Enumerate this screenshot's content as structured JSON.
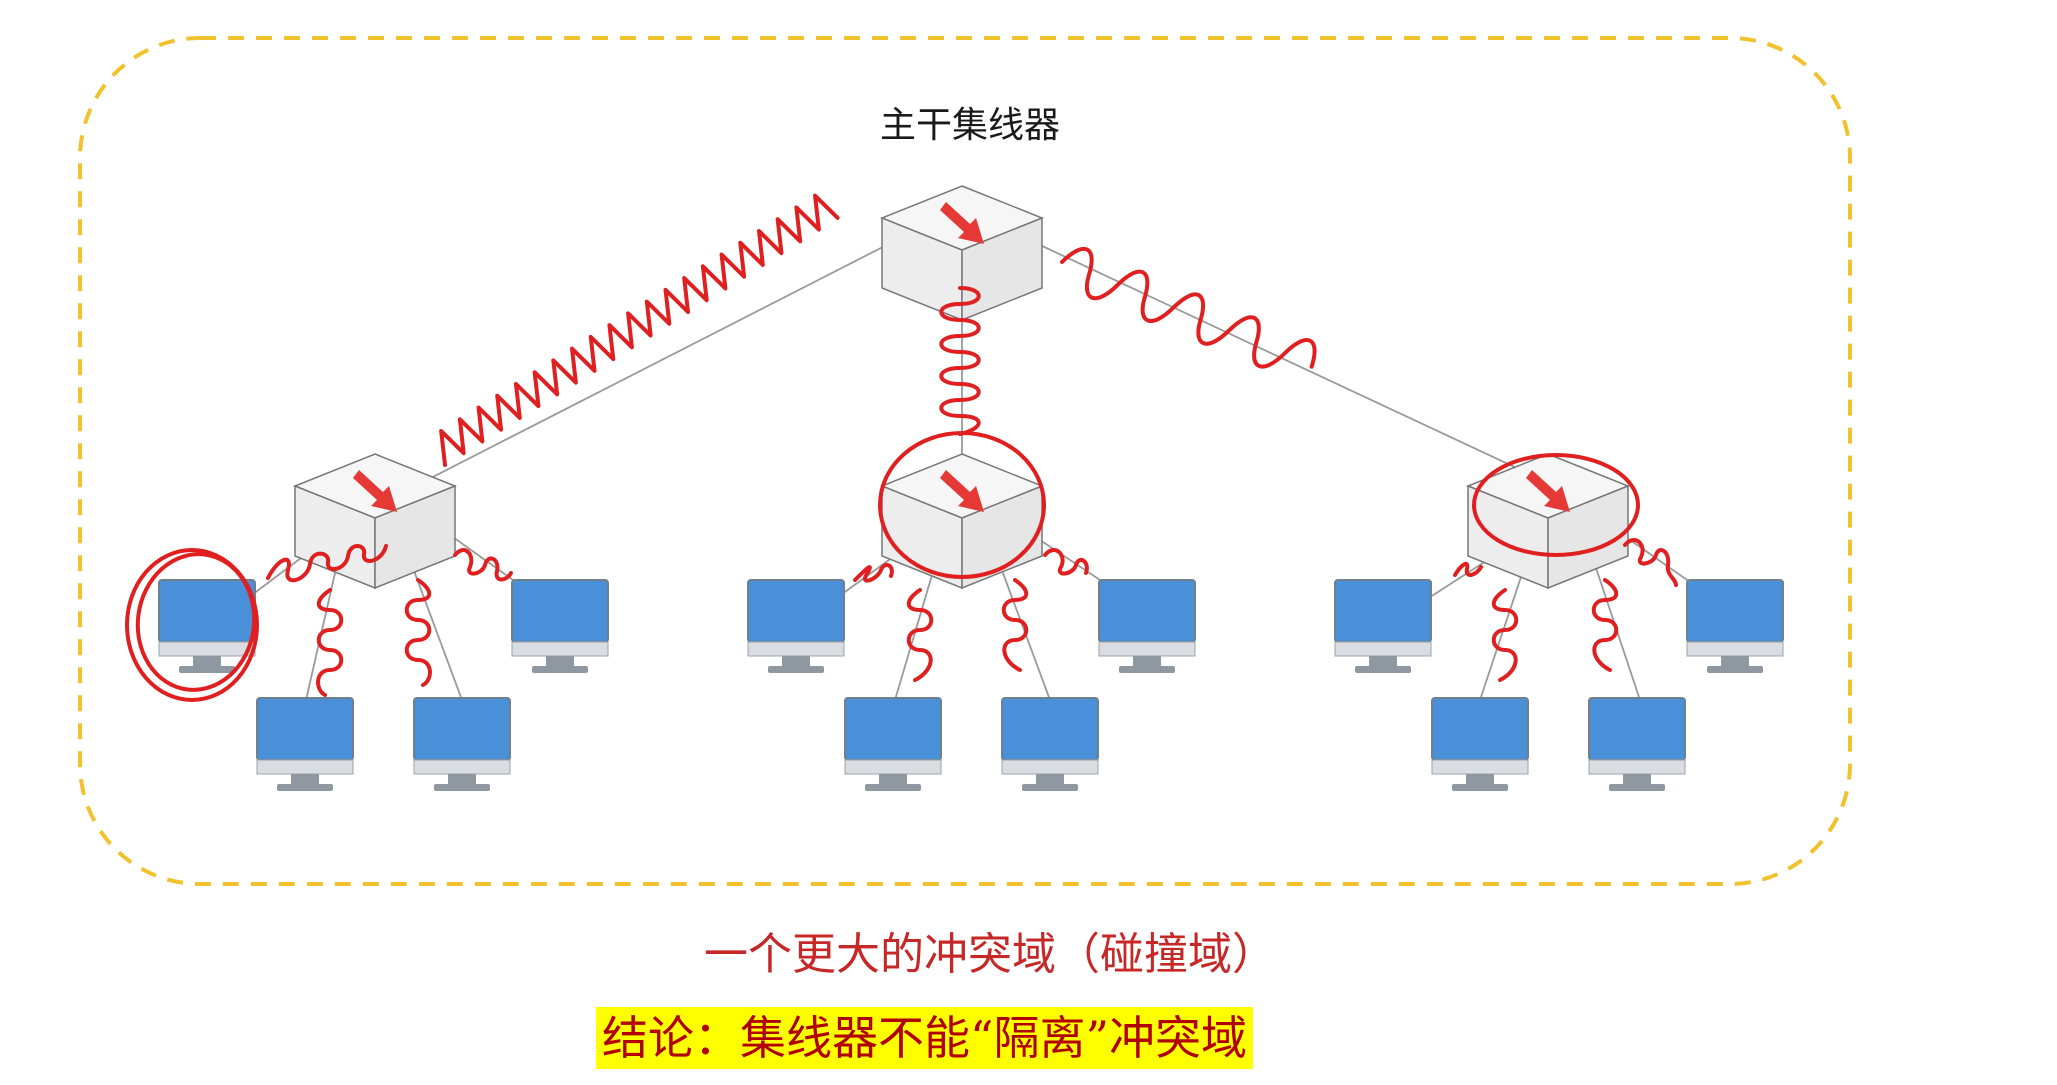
{
  "diagram": {
    "backbone_hub": {
      "label": "主干集线器",
      "icon": "hub-arrow-icon"
    },
    "sub_hubs": [
      {
        "id": "left",
        "icon": "hub-arrow-icon"
      },
      {
        "id": "center",
        "icon": "hub-arrow-icon"
      },
      {
        "id": "right",
        "icon": "hub-arrow-icon"
      }
    ],
    "computers_per_hub": 4,
    "caption": "一个更大的冲突域（碰撞域）",
    "conclusion": "结论：集线器不能“隔离”冲突域",
    "colors": {
      "domain_border": "#f2c12e",
      "annotation": "#e02020",
      "caption": "#c62828",
      "highlight": "#ffff00",
      "screen": "#4a90d9"
    }
  }
}
